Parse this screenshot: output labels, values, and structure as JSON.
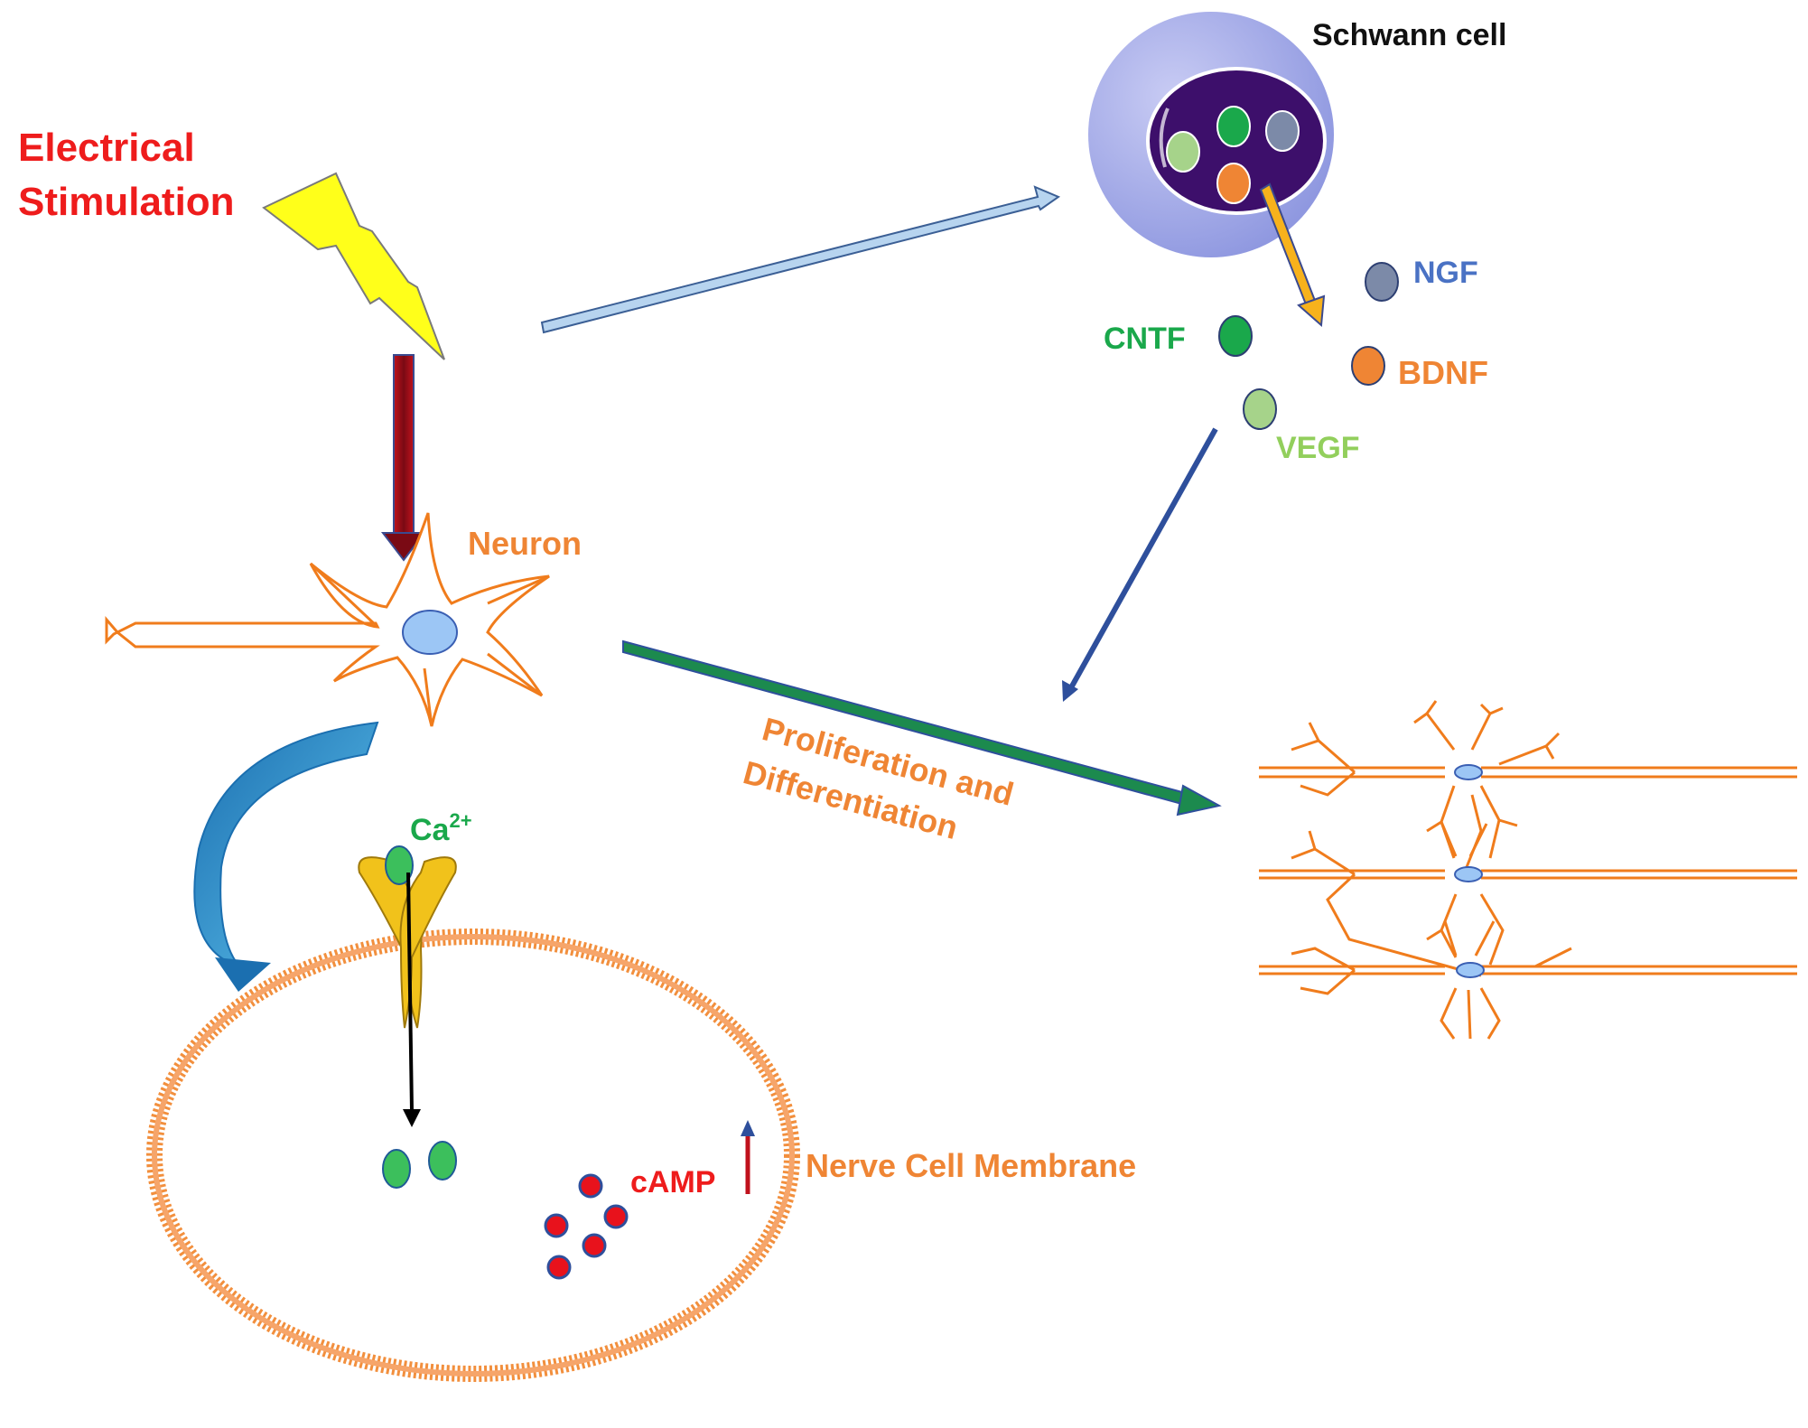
{
  "labels": {
    "stimulus_line1": "Electrical",
    "stimulus_line2": "Stimulation",
    "schwann": "Schwann cell",
    "neuron": "Neuron",
    "ngf": "NGF",
    "cntf": "CNTF",
    "bdnf": "BDNF",
    "vegf": "VEGF",
    "ca_base": "Ca",
    "ca_sup": "2+",
    "camp": "cAMP",
    "membrane": "Nerve Cell Membrane",
    "process_line1": "Proliferation and",
    "process_line2": "Differentiation"
  },
  "colors": {
    "stimulus_text": "#ee1c1c",
    "bolt": "#ffff1a",
    "neuron": "#f07c1c",
    "schwann_outer": "#8f98e0",
    "schwann_inner": "#3d0f6b",
    "cntf": "#1aa84b",
    "ngf": "#7c8aa8",
    "bdnf": "#ef8534",
    "vegf": "#a6d38a",
    "camp_dot": "#e8121c",
    "ca_ion": "#3cbf5c"
  },
  "icons": {
    "stimulus": "lightning-bolt-icon",
    "neuron": "neuron-cell-icon",
    "schwann": "schwann-cell-icon",
    "channel": "ion-channel-icon",
    "differentiated": "differentiated-neurons-icon"
  }
}
